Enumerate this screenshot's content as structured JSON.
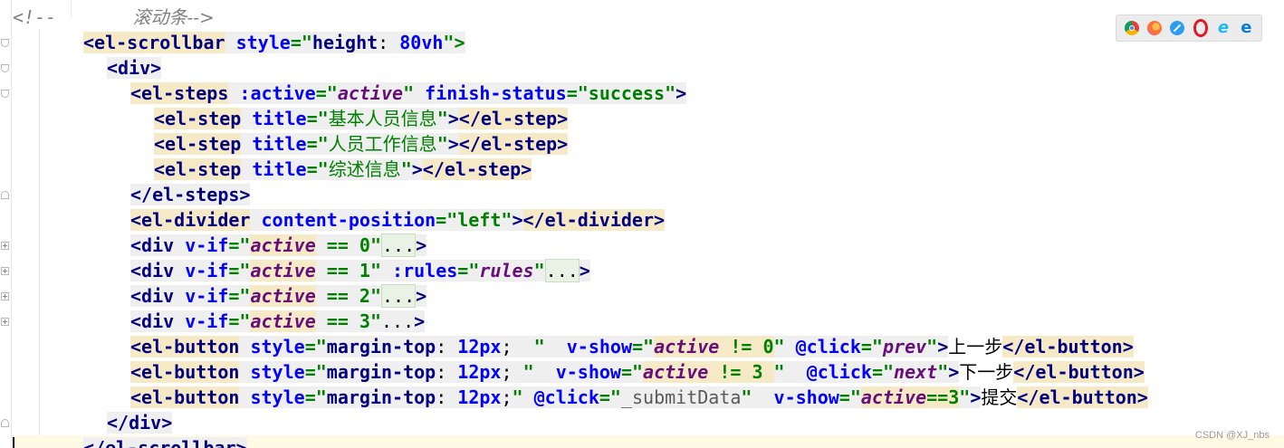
{
  "editor": {
    "comment": {
      "open": "<!--",
      "text": "滚动条-->"
    },
    "lines": {
      "l1": {
        "open": "<el-scrollbar",
        "attr": "style",
        "eq": "=\"",
        "css_prop": "height",
        "css_colon": ": ",
        "css_val": "80vh",
        "close": "\">"
      },
      "l2": {
        "tag": "<div>"
      },
      "l3": {
        "open": "<el-steps",
        "attr1": ":active",
        "eq1": "=\"",
        "val1": "active",
        "q1": "\"",
        "attr2": "finish-status",
        "eq2": "=",
        "val2": "\"success\"",
        "close": ">"
      },
      "l4": {
        "open": "<el-step",
        "attr": "title",
        "eq": "=",
        "q_open": "\"",
        "val": "基本人员信息",
        "q_close": "\"",
        "gt": ">",
        "end": "</el-step>"
      },
      "l5": {
        "open": "<el-step",
        "attr": "title",
        "eq": "=",
        "q_open": "\"",
        "val": "人员工作信息",
        "q_close": "\"",
        "gt": ">",
        "end": "</el-step>"
      },
      "l6": {
        "open": "<el-step",
        "attr": "title",
        "eq": "=",
        "q_open": "\"",
        "val": "综述信息",
        "q_close": "\"",
        "gt": ">",
        "end": "</el-step>"
      },
      "l7": {
        "tag": "</el-steps>"
      },
      "l8": {
        "open": "<el-divider",
        "attr": "content-position",
        "eq": "=",
        "val": "\"left\"",
        "gt": ">",
        "end": "</el-divider>"
      },
      "l9": {
        "open": "<div",
        "attr": "v-if",
        "eq": "=\"",
        "expr": "active",
        "rest": " == 0",
        "q": "\"",
        "fold": "...",
        "gt": ">"
      },
      "l10": {
        "open": "<div",
        "attr": "v-if",
        "eq": "=\"",
        "expr": "active",
        "rest": " == 1",
        "q": "\"",
        "attr2": ":rules",
        "eq2": "=\"",
        "expr2": "rules",
        "q2": "\"",
        "fold": "...",
        "gt": ">"
      },
      "l11": {
        "open": "<div",
        "attr": "v-if",
        "eq": "=\"",
        "expr": "active",
        "rest": " == 2",
        "q": "\"",
        "fold": "...",
        "gt": ">"
      },
      "l12": {
        "open": "<div",
        "attr": "v-if",
        "eq": "=\"",
        "expr": "active",
        "rest": " == 3",
        "q": "\"",
        "fold": "...",
        "gt": ">"
      },
      "l13": {
        "open": "<el-button",
        "attr": "style",
        "eq": "=\"",
        "css_prop": "margin-top",
        "css_colon": ": ",
        "css_val": "12px",
        "css_tail": ";  ",
        "q": "\"",
        "attr2": "v-show",
        "eq2": "=\"",
        "expr": "active",
        "rest": " != 0",
        "q2": "\"",
        "attr3": "@click",
        "eq3": "=\"",
        "expr3": "prev",
        "q3": "\"",
        "gt": ">",
        "text": "上一步",
        "end": "</el-button>"
      },
      "l14": {
        "open": "<el-button",
        "attr": "style",
        "eq": "=\"",
        "css_prop": "margin-top",
        "css_colon": ": ",
        "css_val": "12px",
        "css_tail": "; ",
        "q": "\"",
        "attr2": "v-show",
        "eq2": "=\"",
        "expr": "active",
        "rest": " != 3 ",
        "q2": "\"",
        "attr3": "@click",
        "eq3": "=\"",
        "expr3": "next",
        "q3": "\"",
        "gt": ">",
        "text": "下一步",
        "end": "</el-button>"
      },
      "l15": {
        "open": "<el-button",
        "attr": "style",
        "eq": "=\"",
        "css_prop": "margin-top",
        "css_colon": ": ",
        "css_val": "12px",
        "css_tail": ";",
        "q": "\"",
        "attr2": "@click",
        "eq2": "=\"",
        "val2": "_submitData",
        "q2": "\"",
        "attr3": "v-show",
        "eq3": "=\"",
        "expr": "active",
        "rest": "==3",
        "q3": "\"",
        "gt": ">",
        "text": "提交",
        "end": "</el-button>"
      },
      "l16": {
        "tag": "</div>"
      },
      "l17": {
        "tag": "</el-scrollbar>"
      }
    }
  },
  "browser_icons": [
    "chrome-icon",
    "firefox-icon",
    "safari-icon",
    "opera-icon",
    "ie-icon",
    "edge-icon"
  ],
  "watermark": "CSDN @XJ_nbs"
}
